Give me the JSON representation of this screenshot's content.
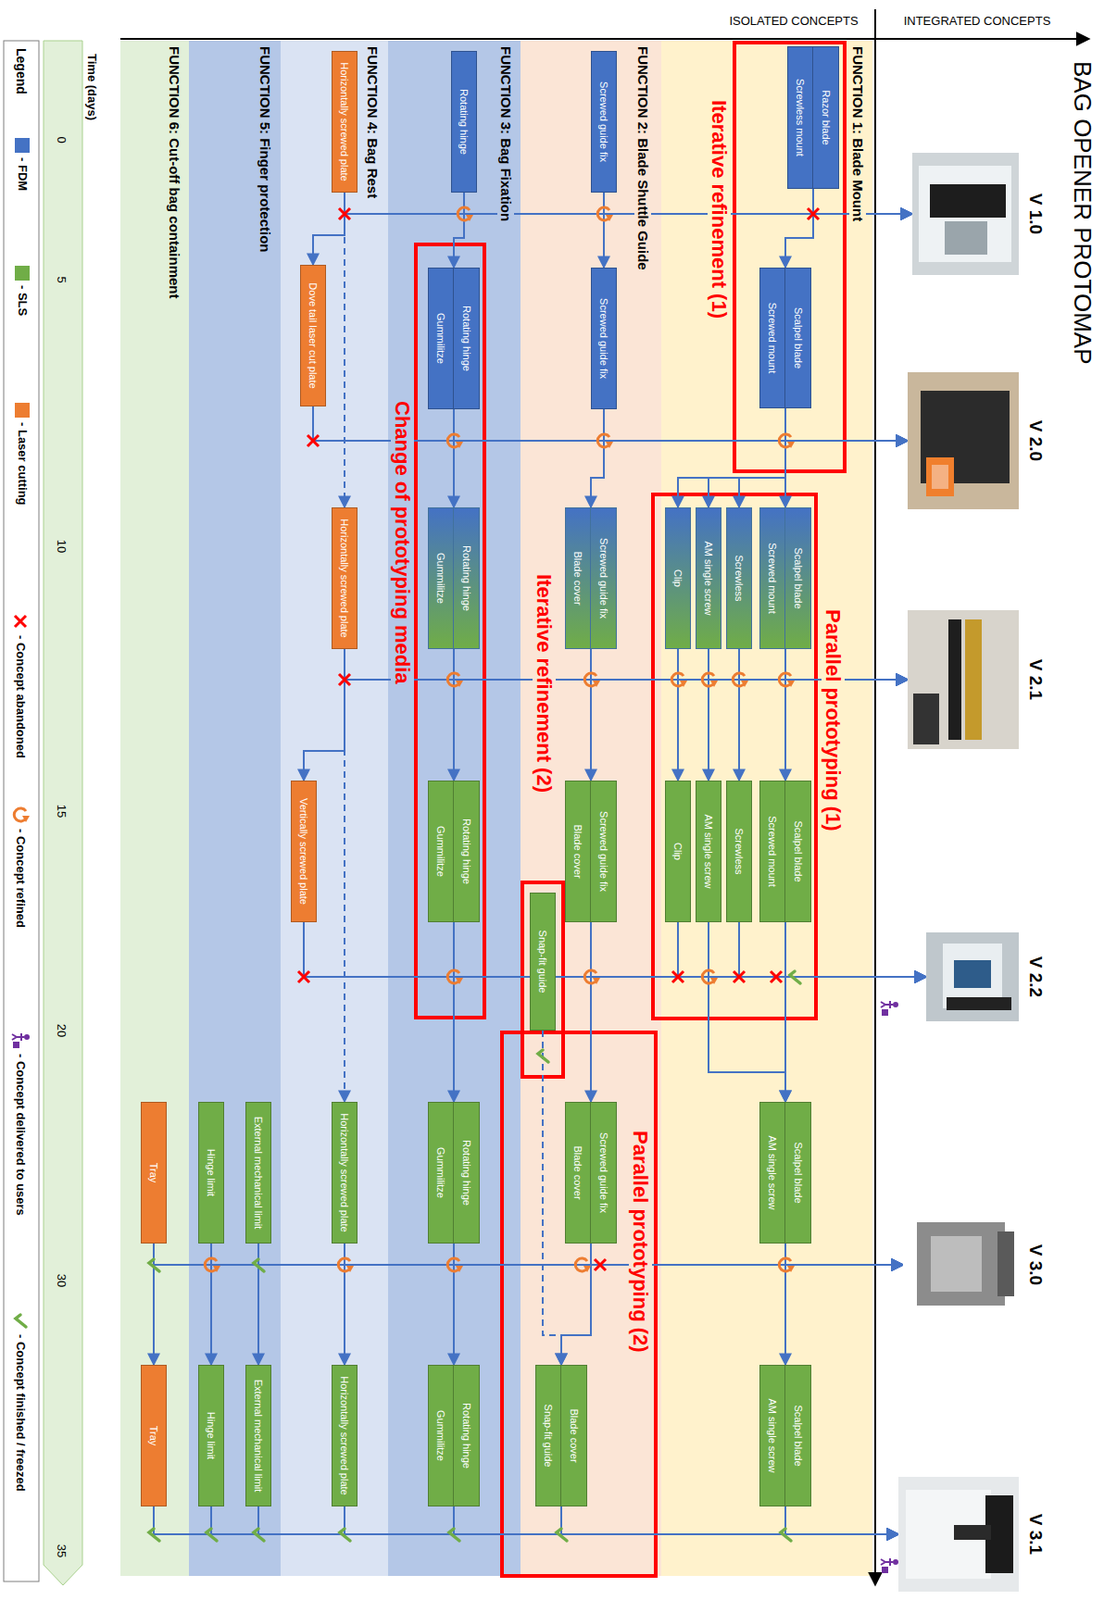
{
  "diagram": {
    "title": "BAG OPENER PROTOMAP",
    "nodes": [
      {
        "text": [
          "V 1.0"
        ]
      },
      {
        "text": [
          "V 2.0"
        ]
      },
      {
        "text": [
          "V 2.1"
        ]
      },
      {
        "text": [
          "V 2.2"
        ]
      },
      {
        "text": [
          "V 3.0"
        ]
      },
      {
        "text": [
          "V 3.1"
        ]
      },
      {
        "text": [
          "FUNCTION 1: Blade Mount"
        ]
      },
      {
        "text": [
          "Razor blade",
          "Screwless mount"
        ],
        "in": 6
      },
      {
        "text": [
          "Scalpel blade",
          "Screwed mount"
        ],
        "in": 6
      },
      {
        "text": [
          "Scalpel blade",
          "Screwed mount"
        ],
        "in": 6
      },
      {
        "text": [
          "Screwless"
        ],
        "in": 6
      },
      {
        "text": [
          "AM single screw"
        ],
        "in": 6
      },
      {
        "text": [
          "Clip"
        ],
        "in": 6
      },
      {
        "text": [
          "Scalpel blade",
          "Screwed mount"
        ],
        "in": 6
      },
      {
        "text": [
          "Screwless"
        ],
        "in": 6
      },
      {
        "text": [
          "AM single screw"
        ],
        "in": 6
      },
      {
        "text": [
          "Clip"
        ],
        "in": 6
      },
      {
        "text": [
          "Scalpel blade",
          "AM single screw"
        ],
        "in": 6
      },
      {
        "text": [
          "Scalpel blade",
          "AM single screw"
        ],
        "in": 6
      },
      {
        "text": [
          "FUNCTION 2: Blade Shuttle Guide"
        ]
      },
      {
        "text": [
          "Screwed guide fix"
        ],
        "in": 19
      },
      {
        "text": [
          "Screwed guide fix"
        ],
        "in": 19
      },
      {
        "text": [
          "Screwed guide fix",
          "Blade cover"
        ],
        "in": 19
      },
      {
        "text": [
          "Screwed guide fix",
          "Blade cover"
        ],
        "in": 19
      },
      {
        "text": [
          "Snap-fit guide"
        ],
        "in": 19
      },
      {
        "text": [
          "Screwed guide fix",
          "Blade cover"
        ],
        "in": 19
      },
      {
        "text": [
          "Blade cover",
          "Snap-fit guide"
        ],
        "in": 19
      },
      {
        "text": [
          "FUNCTION 3: Bag Fixation"
        ]
      },
      {
        "text": [
          "Rotating hinge"
        ],
        "in": 27
      },
      {
        "text": [
          "Rotating hinge",
          "Gummilitze"
        ],
        "in": 27
      },
      {
        "text": [
          "Rotating hinge",
          "Gummilitze"
        ],
        "in": 27
      },
      {
        "text": [
          "Rotating hinge",
          "Gummilitze"
        ],
        "in": 27
      },
      {
        "text": [
          "Rotating hinge",
          "Gummilitze"
        ],
        "in": 27
      },
      {
        "text": [
          "Rotating hinge",
          "Gummilitze"
        ],
        "in": 27
      },
      {
        "text": [
          "FUNCTION 4: Bag Rest"
        ]
      },
      {
        "text": [
          "Horizontally screwed plate"
        ],
        "in": 34
      },
      {
        "text": [
          "Dove tail laser cut plate"
        ],
        "in": 34
      },
      {
        "text": [
          "Horizontally screwed plate"
        ],
        "in": 34
      },
      {
        "text": [
          "Vertically screwed plate"
        ],
        "in": 34
      },
      {
        "text": [
          "Horizontally screwed plate"
        ],
        "in": 34
      },
      {
        "text": [
          "Horizontally screwed plate"
        ],
        "in": 34
      },
      {
        "text": [
          "FUNCTION 5: Finger protection"
        ]
      },
      {
        "text": [
          "External mechanical limit"
        ],
        "in": 41
      },
      {
        "text": [
          "Hinge limit"
        ],
        "in": 41
      },
      {
        "text": [
          "External mechanical limit"
        ],
        "in": 41
      },
      {
        "text": [
          "Hinge limit"
        ],
        "in": 41
      },
      {
        "text": [
          "FUNCTION 6: Cut-off bag containment"
        ]
      },
      {
        "text": [
          "Tray"
        ],
        "in": 46
      },
      {
        "text": [
          "Tray"
        ],
        "in": 46
      }
    ],
    "edges": [
      {
        "from": 7,
        "to": 0,
        "arrow": "to"
      },
      {
        "from": 7,
        "to": 8,
        "arrow": "to"
      },
      {
        "from": 8,
        "to": 1,
        "arrow": "to"
      },
      {
        "from": 8,
        "to": 9,
        "arrow": "to"
      },
      {
        "from": 8,
        "to": 10,
        "arrow": "to"
      },
      {
        "from": 8,
        "to": 11,
        "arrow": "to"
      },
      {
        "from": 8,
        "to": 12,
        "arrow": "to"
      },
      {
        "from": 9,
        "to": 2,
        "arrow": "to"
      },
      {
        "from": 10,
        "to": 2,
        "arrow": "to"
      },
      {
        "from": 11,
        "to": 2,
        "arrow": "to"
      },
      {
        "from": 12,
        "to": 2,
        "arrow": "to"
      },
      {
        "from": 9,
        "to": 13,
        "arrow": "to"
      },
      {
        "from": 10,
        "to": 14,
        "arrow": "to"
      },
      {
        "from": 11,
        "to": 15,
        "arrow": "to"
      },
      {
        "from": 12,
        "to": 16,
        "arrow": "to"
      },
      {
        "from": 13,
        "to": 3,
        "arrow": "to"
      },
      {
        "from": 14,
        "to": 3,
        "arrow": "to"
      },
      {
        "from": 15,
        "to": 3,
        "arrow": "to"
      },
      {
        "from": 16,
        "to": 3,
        "arrow": "to"
      },
      {
        "from": 13,
        "to": 17,
        "arrow": "to"
      },
      {
        "from": 15,
        "to": 17,
        "arrow": "to"
      },
      {
        "from": 17,
        "to": 4,
        "arrow": "to"
      },
      {
        "from": 17,
        "to": 18,
        "arrow": "to"
      },
      {
        "from": 18,
        "to": 5,
        "arrow": "to"
      },
      {
        "from": 20,
        "to": 0,
        "arrow": "to"
      },
      {
        "from": 20,
        "to": 21,
        "arrow": "to"
      },
      {
        "from": 21,
        "to": 1,
        "arrow": "to"
      },
      {
        "from": 21,
        "to": 22,
        "arrow": "to"
      },
      {
        "from": 22,
        "to": 2,
        "arrow": "to"
      },
      {
        "from": 22,
        "to": 23,
        "arrow": "to"
      },
      {
        "from": 23,
        "to": 3,
        "arrow": "to"
      },
      {
        "from": 23,
        "to": 25,
        "arrow": "to"
      },
      {
        "from": 24,
        "to": 26,
        "arrow": "to"
      },
      {
        "from": 25,
        "to": 4,
        "arrow": "to"
      },
      {
        "from": 25,
        "to": 26,
        "arrow": "to"
      },
      {
        "from": 26,
        "to": 5,
        "arrow": "to"
      },
      {
        "from": 28,
        "to": 0,
        "arrow": "to"
      },
      {
        "from": 28,
        "to": 29,
        "arrow": "to"
      },
      {
        "from": 29,
        "to": 1,
        "arrow": "to"
      },
      {
        "from": 29,
        "to": 30,
        "arrow": "to"
      },
      {
        "from": 30,
        "to": 2,
        "arrow": "to"
      },
      {
        "from": 30,
        "to": 31,
        "arrow": "to"
      },
      {
        "from": 31,
        "to": 3,
        "arrow": "to"
      },
      {
        "from": 31,
        "to": 32,
        "arrow": "to"
      },
      {
        "from": 32,
        "to": 4,
        "arrow": "to"
      },
      {
        "from": 32,
        "to": 33,
        "arrow": "to"
      },
      {
        "from": 33,
        "to": 5,
        "arrow": "to"
      },
      {
        "from": 35,
        "to": 0,
        "arrow": "to"
      },
      {
        "from": 35,
        "to": 36,
        "arrow": "to"
      },
      {
        "from": 35,
        "to": 37,
        "arrow": "to"
      },
      {
        "from": 36,
        "to": 1,
        "arrow": "to"
      },
      {
        "from": 37,
        "to": 2,
        "arrow": "to"
      },
      {
        "from": 37,
        "to": 38,
        "arrow": "to"
      },
      {
        "from": 37,
        "to": 39,
        "arrow": "to"
      },
      {
        "from": 38,
        "to": 3,
        "arrow": "to"
      },
      {
        "from": 39,
        "to": 4,
        "arrow": "to"
      },
      {
        "from": 39,
        "to": 40,
        "arrow": "to"
      },
      {
        "from": 40,
        "to": 5,
        "arrow": "to"
      },
      {
        "from": 42,
        "to": 4,
        "arrow": "to"
      },
      {
        "from": 42,
        "to": 44,
        "arrow": "to"
      },
      {
        "from": 43,
        "to": 4,
        "arrow": "to"
      },
      {
        "from": 43,
        "to": 45,
        "arrow": "to"
      },
      {
        "from": 44,
        "to": 5,
        "arrow": "to"
      },
      {
        "from": 45,
        "to": 5,
        "arrow": "to"
      },
      {
        "from": 47,
        "to": 4,
        "arrow": "to"
      },
      {
        "from": 47,
        "to": 48,
        "arrow": "to"
      },
      {
        "from": 48,
        "to": 5,
        "arrow": "to"
      }
    ],
    "labels": [
      "ISOLATED CONCEPTS",
      "INTEGRATED CONCEPTS",
      "Iterative refinement (1)",
      "Parallel prototyping (1)",
      "Change of prototyping media",
      "Iterative refinement (2)",
      "Parallel prototyping (2)",
      "Time (days)",
      "0",
      "5",
      "10",
      "15",
      "20",
      "30",
      "35",
      "Legend"
    ],
    "legend": [
      {
        "text": "- FDM",
        "color": "#4472c4"
      },
      {
        "text": "- SLS",
        "color": "#70ad47"
      },
      {
        "text": "- Laser cutting",
        "color": "#ed7d31"
      },
      {
        "text": "- Concept abandoned"
      },
      {
        "text": "- Concept refined"
      },
      {
        "text": "- Concept delivered to users"
      },
      {
        "text": "- Concept finished / freezed"
      }
    ]
  }
}
